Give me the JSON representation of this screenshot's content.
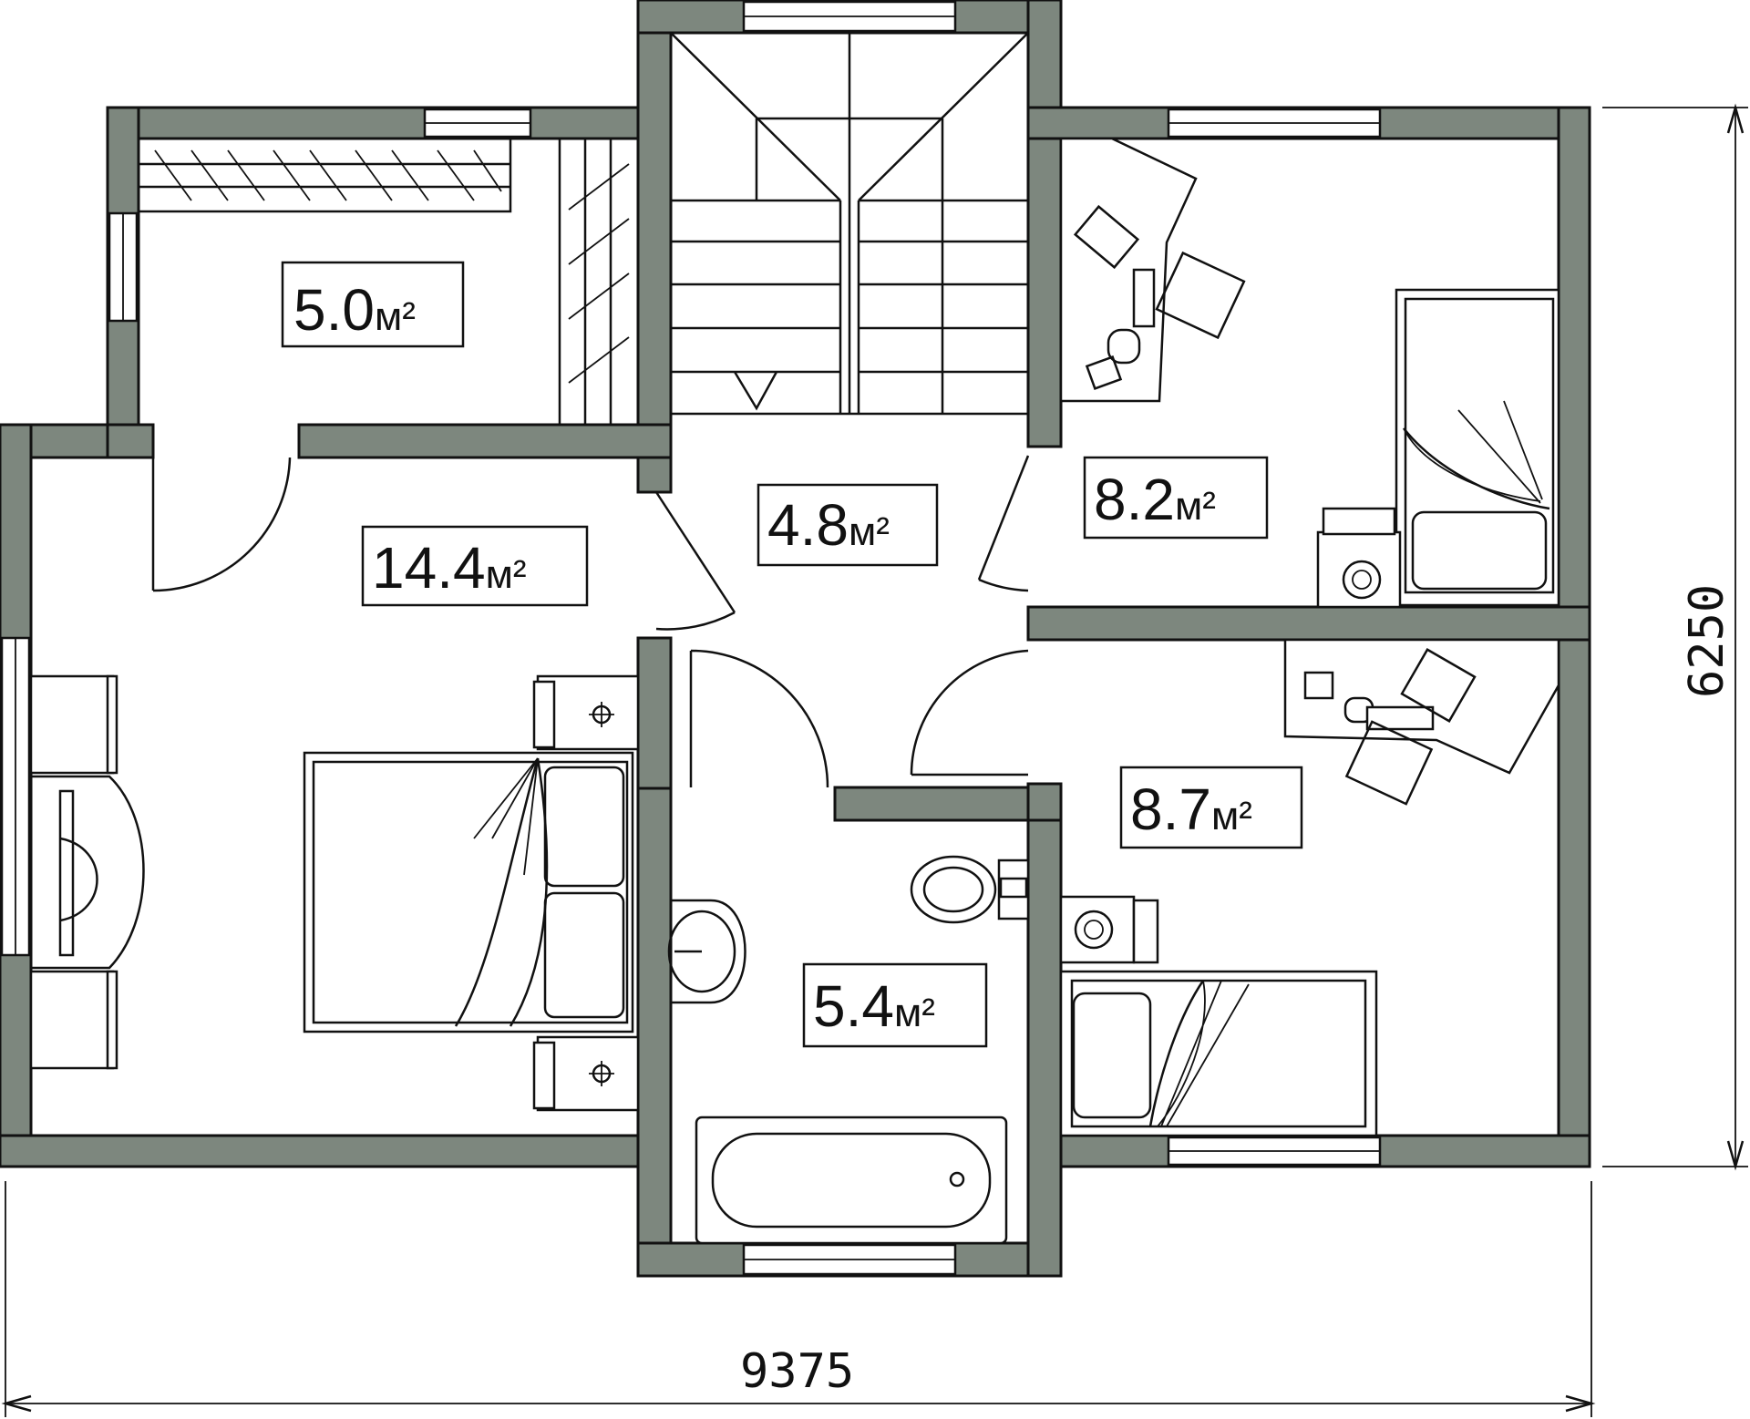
{
  "plan": {
    "rooms": [
      {
        "id": "closet",
        "area": "5.0",
        "unit": "м²"
      },
      {
        "id": "bedroom-master",
        "area": "14.4",
        "unit": "м²"
      },
      {
        "id": "hall",
        "area": "4.8",
        "unit": "м²"
      },
      {
        "id": "room-top-right",
        "area": "8.2",
        "unit": "м²"
      },
      {
        "id": "room-bottom-right",
        "area": "8.7",
        "unit": "м²"
      },
      {
        "id": "bathroom",
        "area": "5.4",
        "unit": "м²"
      }
    ],
    "dimensions": {
      "width": "9375",
      "height": "6250"
    },
    "colors": {
      "wall": "#7d877e",
      "line": "#111111",
      "background": "#ffffff"
    }
  }
}
